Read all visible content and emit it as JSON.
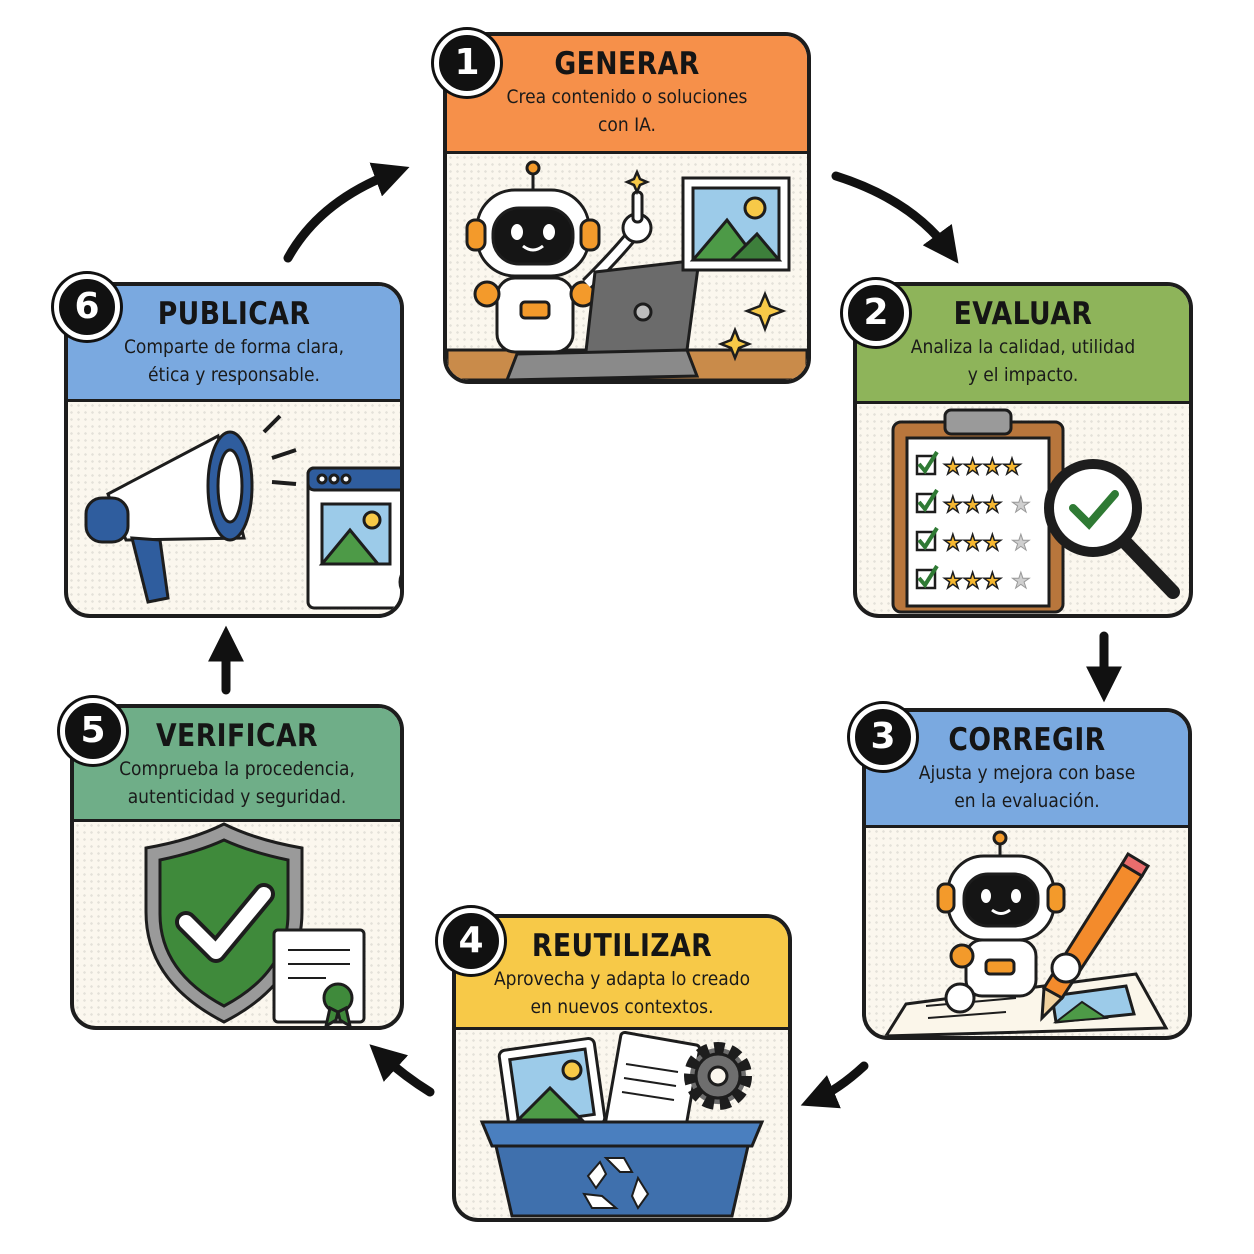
{
  "steps": [
    {
      "number": "1",
      "title": "GENERAR",
      "desc_line1": "Crea contenido o soluciones",
      "desc_line2": "con IA.",
      "color": "#f6904a"
    },
    {
      "number": "2",
      "title": "EVALUAR",
      "desc_line1": "Analiza la calidad, utilidad",
      "desc_line2": "y el impacto.",
      "color": "#8eb45a"
    },
    {
      "number": "3",
      "title": "CORREGIR",
      "desc_line1": "Ajusta y mejora con base",
      "desc_line2": "en la evaluación.",
      "color": "#7aa9e0"
    },
    {
      "number": "4",
      "title": "REUTILIZAR",
      "desc_line1": "Aprovecha y adapta lo creado",
      "desc_line2": "en nuevos contextos.",
      "color": "#f7c948"
    },
    {
      "number": "5",
      "title": "VERIFICAR",
      "desc_line1": "Comprueba la procedencia,",
      "desc_line2": "autenticidad y seguridad.",
      "color": "#6fae88"
    },
    {
      "number": "6",
      "title": "PUBLICAR",
      "desc_line1": "Comparte de forma clara,",
      "desc_line2": "ética y responsable.",
      "color": "#7aa9e0"
    }
  ],
  "icons": {
    "step1": [
      "robot-icon",
      "laptop-icon",
      "image-frame-icon",
      "sparkle-icon"
    ],
    "step2": [
      "clipboard-checklist-icon",
      "star-rating-icon",
      "magnifier-check-icon"
    ],
    "step3": [
      "robot-icon",
      "pencil-icon",
      "document-icon"
    ],
    "step4": [
      "recycle-bin-icon",
      "image-frame-icon",
      "document-icon",
      "gear-icon"
    ],
    "step5": [
      "shield-check-icon",
      "certificate-icon"
    ],
    "step6": [
      "megaphone-icon",
      "browser-window-icon",
      "globe-icon"
    ]
  },
  "colors": {
    "outline": "#1d1d1d",
    "robot_orange": "#f39a2b",
    "arrow": "#111111"
  }
}
